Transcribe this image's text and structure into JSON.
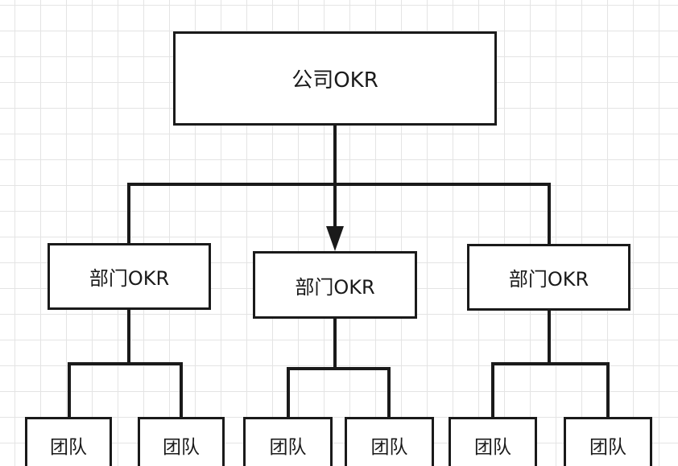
{
  "diagram": {
    "root": {
      "label": "公司OKR"
    },
    "departments": [
      {
        "label": "部门OKR",
        "teams": [
          {
            "label": "团队"
          },
          {
            "label": "团队"
          }
        ]
      },
      {
        "label": "部门OKR",
        "teams": [
          {
            "label": "团队"
          },
          {
            "label": "团队"
          }
        ]
      },
      {
        "label": "部门OKR",
        "teams": [
          {
            "label": "团队"
          },
          {
            "label": "团队"
          }
        ]
      }
    ]
  }
}
